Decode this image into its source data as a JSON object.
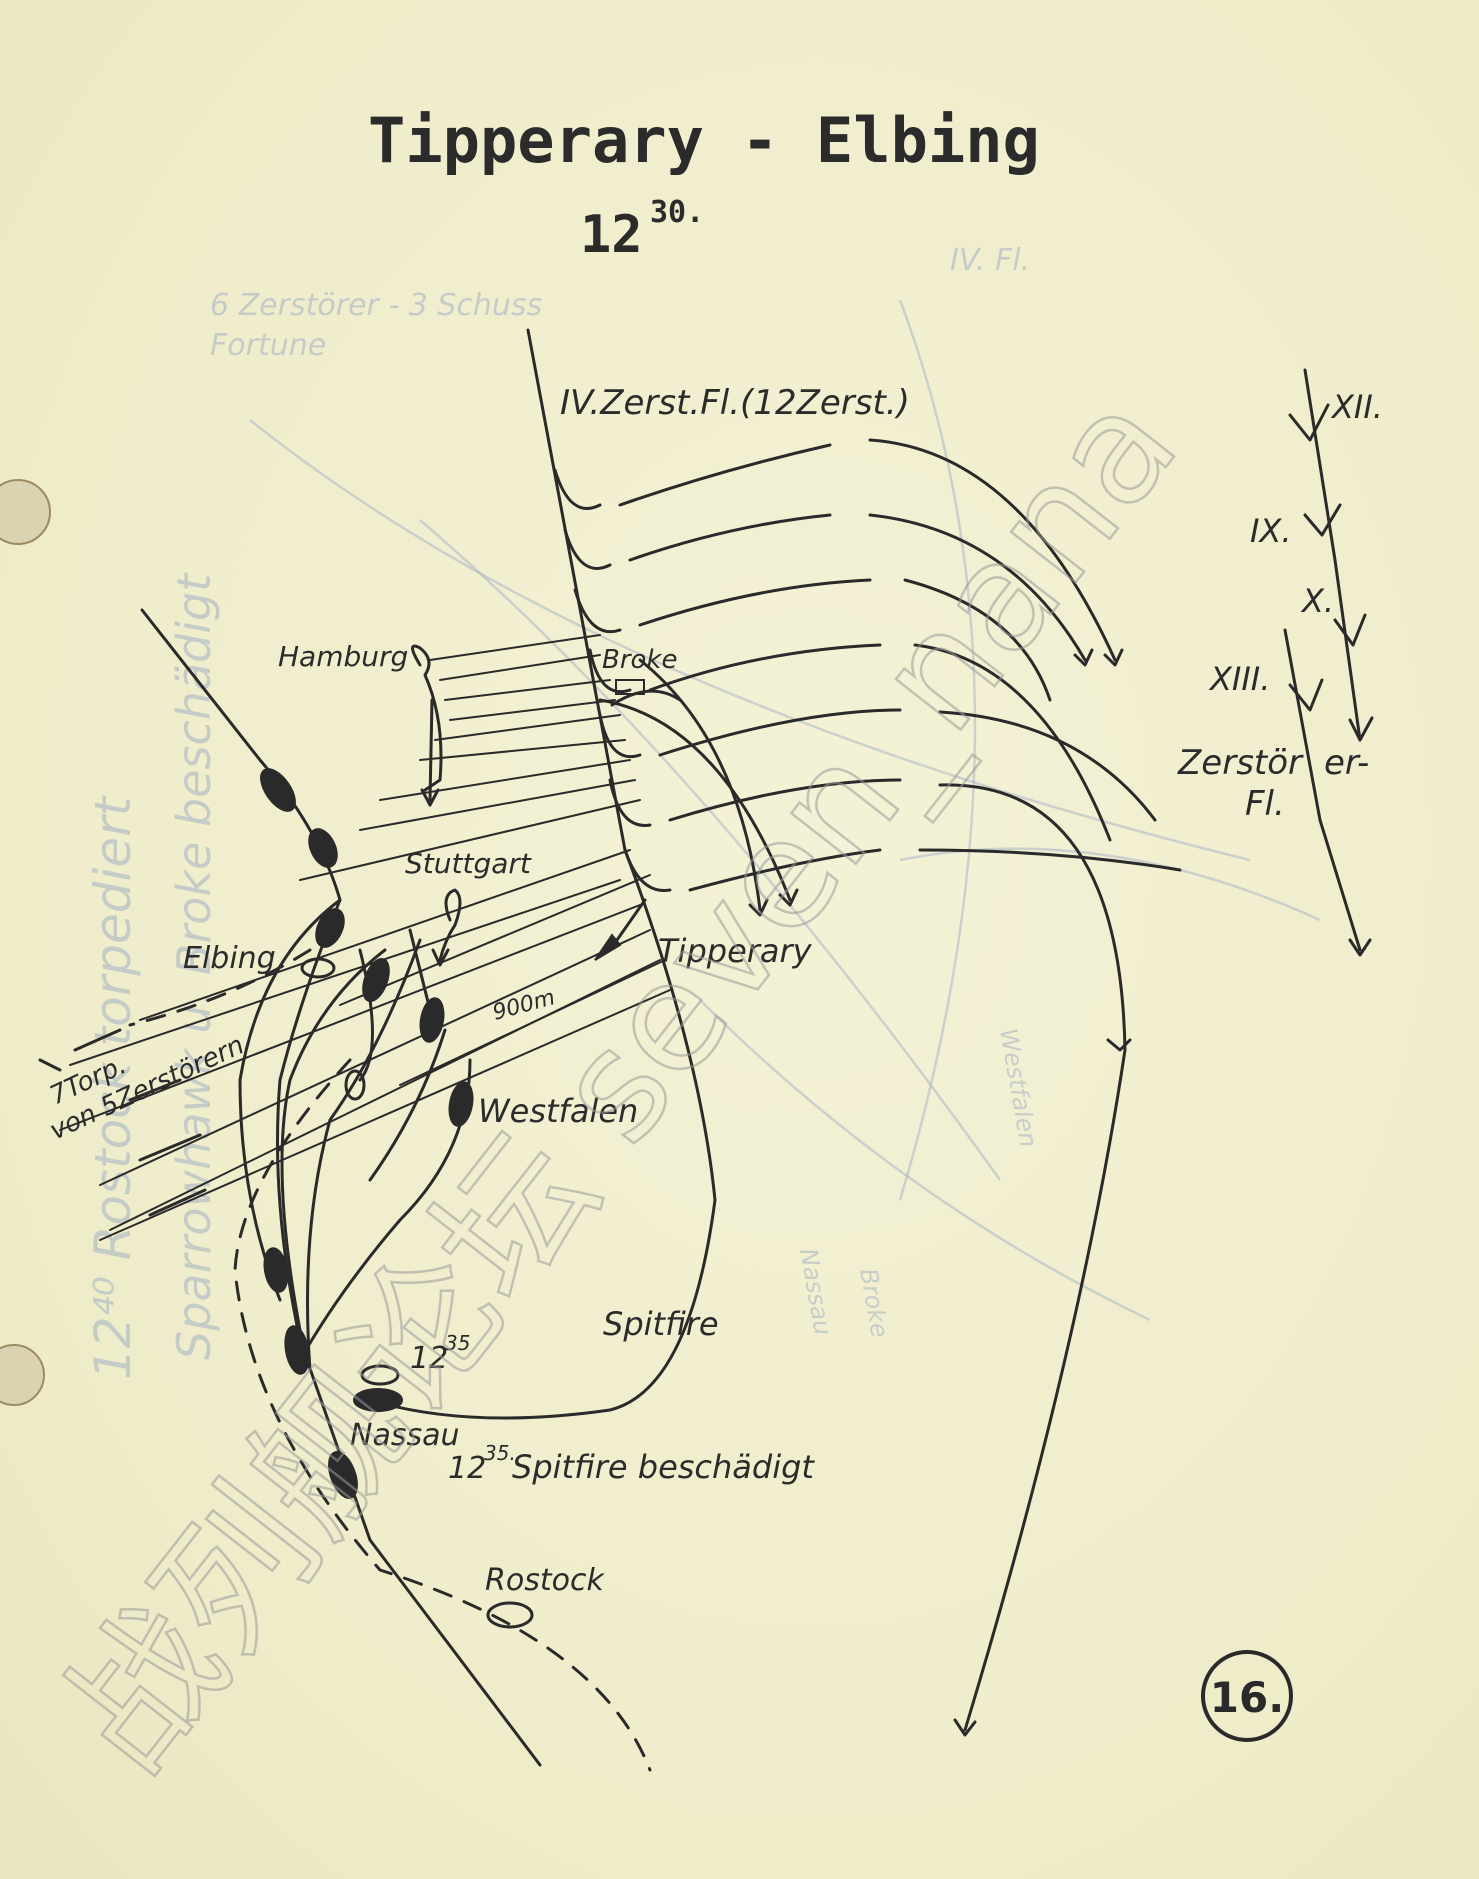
{
  "title": {
    "line1": "Tipperary - Elbing",
    "time_main": "12",
    "time_sup": "30."
  },
  "labels": {
    "flotilla": "IV.Zerst.Fl.(12Zerst.)",
    "hamburg": "Hamburg",
    "broke": "Broke",
    "stuttgart": "Stuttgart",
    "elbing": "Elbing",
    "tipperary": "Tipperary",
    "distance": "900m",
    "westfalen": "Westfalen",
    "torp_line1": "7Torp.",
    "torp_line2": "von 5Zerstörern",
    "spitfire": "Spitfire",
    "time2_main": "12",
    "time2_sup": "35",
    "nassau": "Nassau",
    "spitfire_dmg_main": "12",
    "spitfire_dmg_sup": "35.",
    "spitfire_dmg_text": "Spitfire beschädigt",
    "rostock": "Rostock"
  },
  "right_flotillas": {
    "xii": "XII.",
    "ix": "IX.",
    "x": "X.",
    "xiii": "XIII.",
    "zerst_1": "Zerstör",
    "zerst_2": "er-",
    "zerst_3": "Fl."
  },
  "page_number": "16.",
  "watermark": "战列舰论坛 seven_nana",
  "bleed_through": [
    "12⁴⁰ Rostock torpediert",
    "Sparrowhawk u. Broke beschädigt",
    "IV. Fl.",
    "6 Zerstörer - 3 Schuss",
    "Fortune",
    "Westfalen",
    "Nassau",
    "Broke"
  ]
}
